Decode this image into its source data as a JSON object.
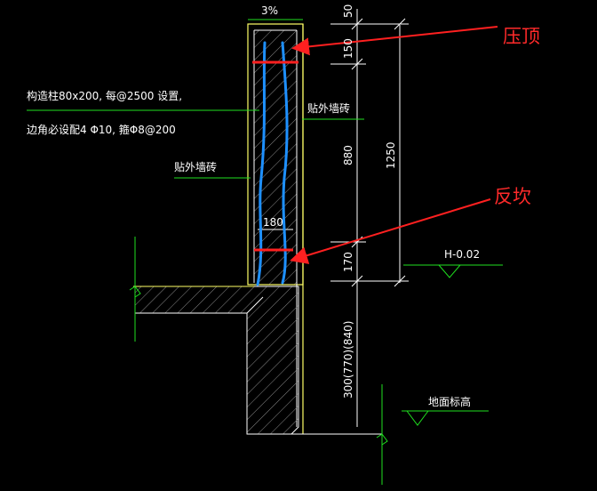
{
  "drawing": {
    "slope_label": "3%",
    "note_col": "构造柱80x200, 每@2500 设置,",
    "note_col_2": "边角必设配4 Φ10, 箍Φ8@200",
    "tile_outer_right": "贴外墙砖",
    "tile_outer_left": "贴外墙砖",
    "wall_thickness": "180",
    "dim_top": "50",
    "dim_150": "150",
    "dim_880": "880",
    "dim_170": "170",
    "dim_total": "1250",
    "dim_below": "300(770)(840)",
    "level_label": "H-0.02",
    "ground_label": "地面标高"
  },
  "annotations": {
    "coping": "压顶",
    "curb": "反坎"
  },
  "colors": {
    "background": "#000000",
    "line_green": "#1fe01f",
    "line_yellow": "#ffff66",
    "line_white": "#ffffff",
    "hatch_gray": "#9a9a9a",
    "marker_red": "#ff2020",
    "marker_blue": "#1e90ff"
  }
}
